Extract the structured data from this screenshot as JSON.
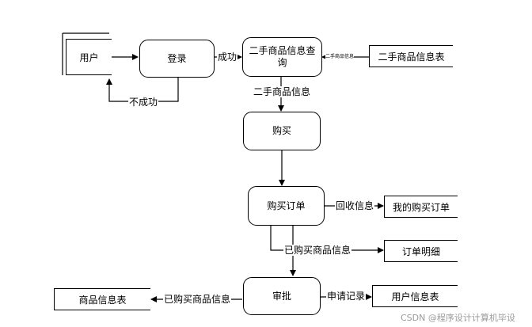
{
  "nodes": {
    "user": "用户",
    "login": "登录",
    "query": "二手商品信息查询",
    "goods_table": "二手商品信息表",
    "buy": "购买",
    "order": "购买订单",
    "my_orders": "我的购买订单",
    "order_detail": "订单明细",
    "approve": "审批",
    "product_table": "商品信息表",
    "user_table": "用户信息表"
  },
  "edges": {
    "success": "成功",
    "fail": "不成功",
    "goods_info": "二手商品信息",
    "goods_info_small": "二手商品信息",
    "recycle": "回收信息",
    "bought": "已购买商品信息",
    "bought_left": "已购买商品信息",
    "apply": "申请记录"
  },
  "watermark": "CSDN @程序设计计算机毕设"
}
